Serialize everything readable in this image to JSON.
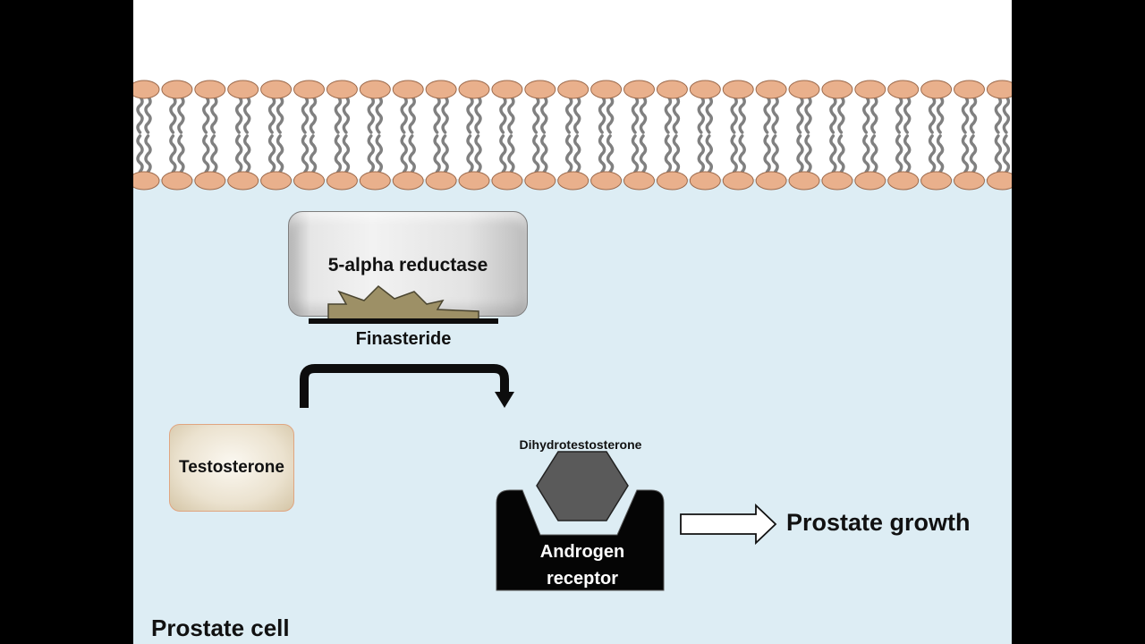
{
  "diagram": {
    "enzyme_label": "5-alpha reductase",
    "inhibitor_label": "Finasteride",
    "substrate_label": "Testosterone",
    "product_label": "Dihydrotestosterone",
    "receptor_label_line1": "Androgen",
    "receptor_label_line2": "receptor",
    "outcome_label": "Prostate growth",
    "cell_label": "Prostate cell"
  },
  "colors": {
    "background": "#000000",
    "slide": "#ffffff",
    "cytoplasm": "#ddedf4",
    "lipid_head": "#e9b08c",
    "lipid_tail": "#808080",
    "inhibitor": "#9d9066",
    "receptor": "#050505",
    "dht": "#5a5a5a"
  }
}
